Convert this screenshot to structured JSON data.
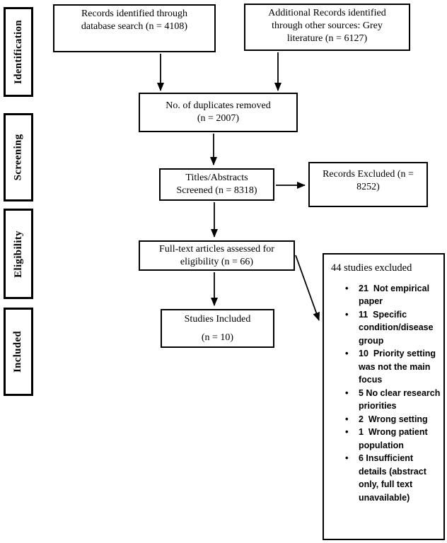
{
  "stages": [
    {
      "label": "Identification"
    },
    {
      "label": "Screening"
    },
    {
      "label": "Eligibility"
    },
    {
      "label": "Included"
    }
  ],
  "boxes": {
    "records_identified": "Records identified through\ndatabase search (n = 4108)",
    "additional_records": "Additional Records identified\nthrough other sources: Grey\nliterature (n = 6127)",
    "duplicates_removed": "No. of duplicates removed\n(n = 2007)",
    "titles_abstracts": "Titles/Abstracts\nScreened (n = 8318)",
    "records_excluded": "Records Excluded (n =\n8252)",
    "fulltext_assessed": "Full-text articles assessed for\neligibility (n = 66)",
    "studies_included": "Studies Included\n(n = 10)"
  },
  "excluded_box": {
    "title": "44 studies excluded",
    "bullet_glyph": "•",
    "reasons": [
      "21  Not empirical paper",
      "11  Specific condition/disease group",
      "10  Priority setting was not the main focus",
      "5 No clear research priorities",
      "2  Wrong setting",
      "1  Wrong patient population",
      "6 Insufficient details (abstract only, full text unavailable)"
    ]
  },
  "counts": {
    "database_search": 4108,
    "other_sources": 6127,
    "duplicates_removed": 2007,
    "screened": 8318,
    "records_excluded": 8252,
    "fulltext_assessed": 66,
    "studies_included": 10,
    "studies_excluded": 44
  },
  "colors": {
    "line": "#000000",
    "background": "#ffffff",
    "text": "#000000"
  }
}
